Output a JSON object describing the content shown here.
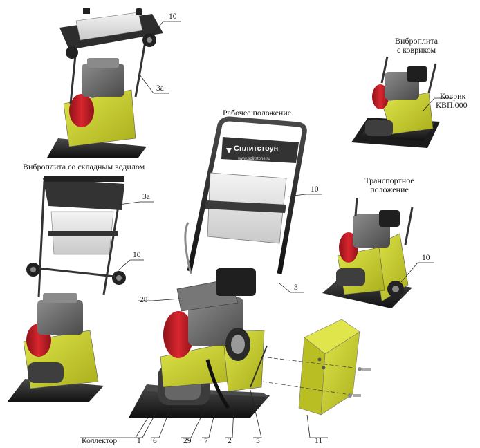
{
  "captions": {
    "working": "Рабочее положение",
    "folding": "Виброплита со складным водилом",
    "mat_line1": "Виброплита",
    "mat_line2": "с ковриком",
    "mat_label_line1": "Коврик",
    "mat_label_line2": "КВП.000",
    "transport_line1": "Транспортное",
    "transport_line2": "положение"
  },
  "brand": {
    "name": "Сплитстоун",
    "site": "www.splitstone.ru"
  },
  "callouts": {
    "c10_top": "10",
    "c3a_top": "3а",
    "c3a_mid": "3а",
    "c10_left": "10",
    "c10_main": "10",
    "c3": "3",
    "c28": "28",
    "c10_transport": "10",
    "collector": "Коллектор",
    "c1": "1",
    "c6": "6",
    "c29": "29",
    "c7": "7",
    "c2": "2",
    "c5": "5",
    "c11": "11"
  },
  "colors": {
    "yellow": "#c9cf2a",
    "red": "#c8202a",
    "base": "#2b2b2b",
    "handle": "#3a3a3a",
    "tank": "#e2e2e2",
    "engine": "#6a6a6a"
  }
}
